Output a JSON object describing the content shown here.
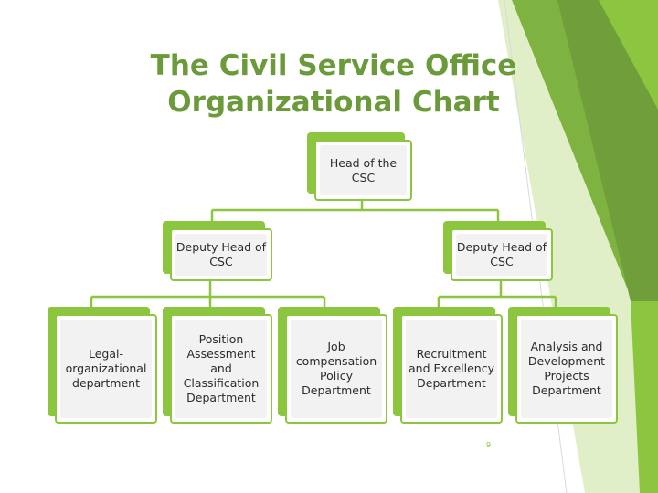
{
  "title": {
    "line1": "The Civil Service Office",
    "line2": "Organizational Chart"
  },
  "colors": {
    "accent": "#8cc63e",
    "accent_dark": "#6f9e3a",
    "accent_mid": "#7fb341",
    "accent_light": "#c9e29a",
    "title_color": "#6a9a3a",
    "box_fill": "#f2f2f2",
    "connector": "#8cc63e"
  },
  "org_chart": {
    "head": {
      "label": "Head of the CSC"
    },
    "deputies": [
      {
        "label": "Deputy Head of CSC"
      },
      {
        "label": "Deputy Head of CSC"
      }
    ],
    "departments": [
      {
        "label": "Legal-organizational department"
      },
      {
        "label": "Position Assessment and Classification Department"
      },
      {
        "label": "Job compensation Policy Department"
      },
      {
        "label": "Recruitment and Excellency Department"
      },
      {
        "label": "Analysis and Development Projects Department"
      }
    ]
  },
  "page_number": "9"
}
